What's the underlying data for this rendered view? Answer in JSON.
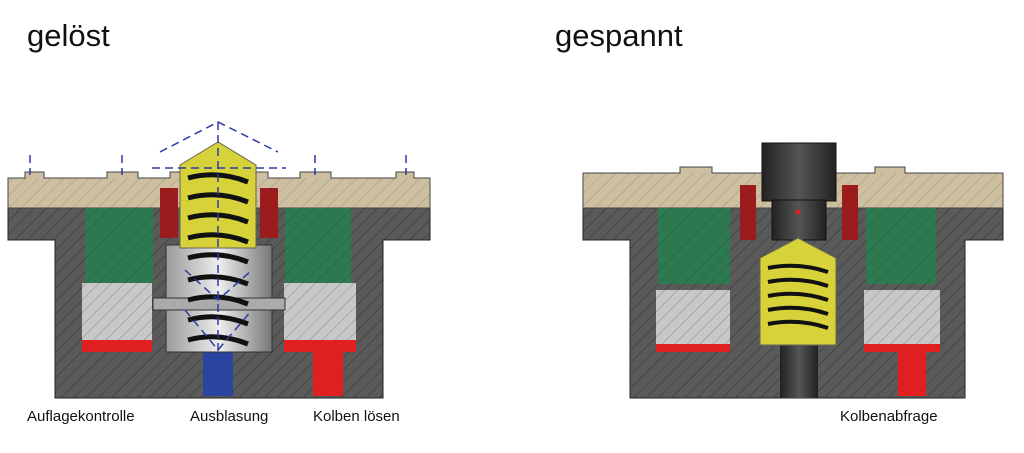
{
  "left": {
    "title": "gelöst",
    "labels": [
      "Auflagekontrolle",
      "Ausblasung",
      "Kolben lösen"
    ]
  },
  "right": {
    "title": "gespannt",
    "labels": [
      "Kolbenabfrage"
    ]
  },
  "colors": {
    "body": "#5a5a5a",
    "plate": "#cdbf9f",
    "spring_disc": "#2e7a50",
    "piston": "#d8d23a",
    "seal": "#9a1c1c",
    "red_port": "#e02020",
    "blue_port": "#2a45a0",
    "ring": "#c8c8c8"
  }
}
